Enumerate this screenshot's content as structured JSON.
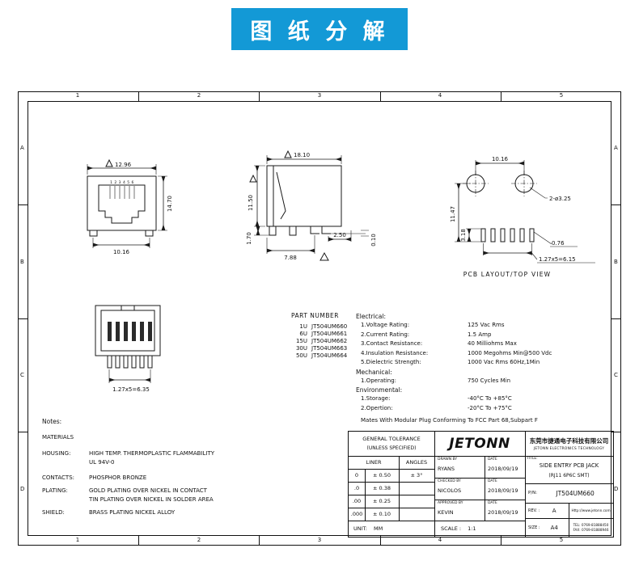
{
  "banner": {
    "title": "图 纸 分 解",
    "bg_color": "#1399d6",
    "text_color": "#ffffff"
  },
  "colors": {
    "line": "#1a1a1a",
    "paper": "#ffffff"
  },
  "frame": {
    "cols": [
      "1",
      "2",
      "3",
      "4",
      "5"
    ],
    "rows": [
      "A",
      "B",
      "C",
      "D"
    ]
  },
  "front_view": {
    "pins": "1 2 3 4 5 6",
    "dim_top": "12.96",
    "dim_right": "14.70",
    "dim_bottom": "10.16"
  },
  "side_view": {
    "dim_top": "18.10",
    "dim_left": "11.50",
    "dim_lead": "2.50",
    "dim_coplanarity": "0.10",
    "dim_standoff": "1.70",
    "dim_bottom": "7.88"
  },
  "pcb_view": {
    "dim_span": "10.16",
    "dim_holes": "2-ø3.25",
    "dim_height": "11.47",
    "dim_offset": "3.18",
    "dim_pad_width": "0.76",
    "dim_pitch": "1.27x5=6.15",
    "caption": "PCB LAYOUT/TOP VIEW"
  },
  "bottom_view": {
    "dim_pitch": "1.27x5=6.35"
  },
  "part_table": {
    "header": "PART NUMBER",
    "rows": [
      {
        "suffix": "1U",
        "pn": "JT504UM660"
      },
      {
        "suffix": "6U",
        "pn": "JT504UM661"
      },
      {
        "suffix": "15U",
        "pn": "JT504UM662"
      },
      {
        "suffix": "30U",
        "pn": "JT504UM663"
      },
      {
        "suffix": "50U",
        "pn": "JT504UM664"
      }
    ]
  },
  "specs": {
    "electrical_heading": "Electrical:",
    "electrical": [
      {
        "label": "1.Voltage Rating:",
        "value": "125 Vac Rms"
      },
      {
        "label": "2.Current Rating:",
        "value": "1.5 Amp"
      },
      {
        "label": "3.Contact Resistance:",
        "value": "40 Milliohms Max"
      },
      {
        "label": "4.Insulation Resistance:",
        "value": "1000 Megohms Min@500 Vdc"
      },
      {
        "label": "5.Dielectric Strength:",
        "value": "1000 Vac Rms 60Hz,1Min"
      }
    ],
    "mechanical_heading": "Mechanical:",
    "mechanical": [
      {
        "label": "1.Operating:",
        "value": "750 Cycles Min"
      }
    ],
    "environmental_heading": "Environmental:",
    "environmental": [
      {
        "label": "1.Storage:",
        "value": "-40°C To +85°C"
      },
      {
        "label": "2.Opertion:",
        "value": "-20°C To +75°C"
      }
    ],
    "footnote": "Mates With Modular Plug Conforming To FCC Part 68,Subpart F"
  },
  "notes": {
    "heading": "Notes:",
    "materials": "MATERIALS",
    "housing_label": "HOUSING:",
    "housing_value1": "HIGH TEMP. THERMOPLASTIC FLAMMABILITY",
    "housing_value2": "UL 94V-0",
    "contacts_label": "CONTACTS:",
    "contacts_value": "PHOSPHOR BRONZE",
    "plating_label": "PLATING:",
    "plating_value1": "GOLD PLATING OVER NICKEL IN CONTACT",
    "plating_value2": "TIN PLATING OVER NICKEL IN SOLDER AREA",
    "shield_label": "SHIELD:",
    "shield_value": "BRASS PLATING NICKEL ALLOY"
  },
  "title_block": {
    "general_tolerance_line1": "GENERAL TOLERANCE",
    "general_tolerance_line2": "(UNLESS SPECIFIED)",
    "liner_header": "LINER",
    "angles_header": "ANGLES",
    "angle_tolerance": "± 3°",
    "tolerances": [
      {
        "range": "0",
        "tol": "± 0.50"
      },
      {
        "range": ".0",
        "tol": "± 0.38"
      },
      {
        "range": ".00",
        "tol": "± 0.25"
      },
      {
        "range": ".000",
        "tol": "± 0.10"
      }
    ],
    "unit_label": "UNIT:",
    "unit": "MM",
    "scale_label": "SCALE :",
    "scale": "1:1",
    "logo": "JETONN",
    "company_cn": "东莞市捷通电子科技有限公司",
    "company_en": "JETONN ELECTRONICS TECHNOLOGY",
    "sign_rows": [
      {
        "role": "DRAWN BY",
        "name": "RYANS",
        "date_label": "DATE",
        "date": "2018/09/19"
      },
      {
        "role": "CHECKED BY",
        "name": "NICOLOS",
        "date_label": "DATE",
        "date": "2018/09/19"
      },
      {
        "role": "APPROVED BY",
        "name": "KEVIN",
        "date_label": "DATE",
        "date": "2018/09/19"
      }
    ],
    "title_label": "TITLE:",
    "title_line1": "SIDE ENTRY PCB JACK",
    "title_line2": "(RJ11 6P6C SMT)",
    "pn_label": "P/N:",
    "pn": "JT504UM660",
    "rev_label": "REV. :",
    "rev": "A",
    "size_label": "SIZE :",
    "size": "A4",
    "web": "Http://www.jetonn.com",
    "tel": "TEL: 0769-81888450",
    "fax": "FAX: 0769-81888946"
  }
}
